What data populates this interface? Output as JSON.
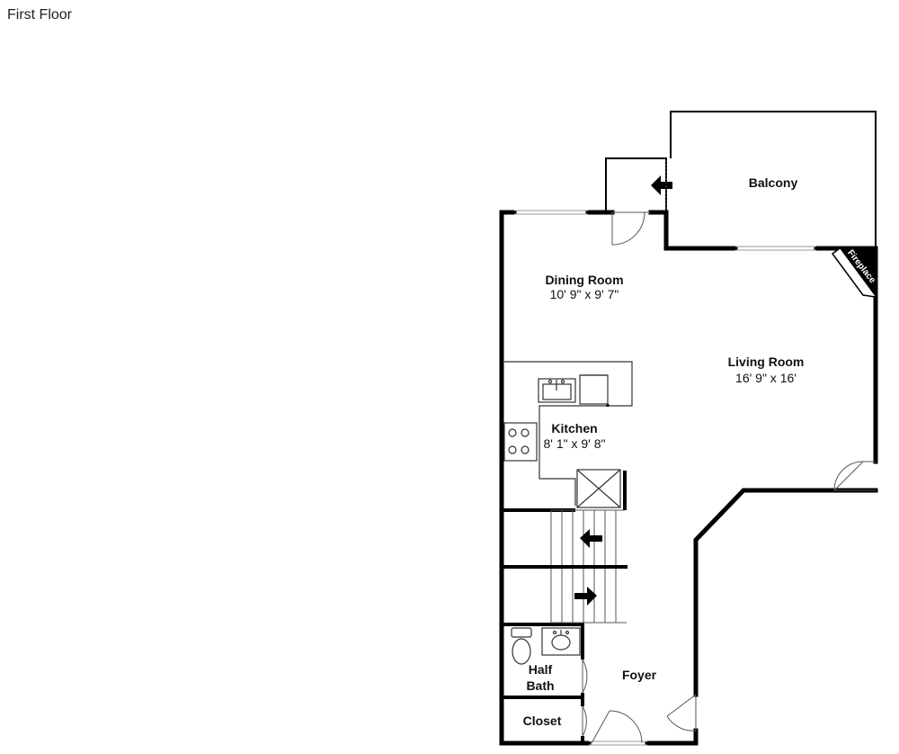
{
  "floor": {
    "title": "First Floor"
  },
  "rooms": {
    "balcony": {
      "name": "Balcony"
    },
    "dining": {
      "name": "Dining Room",
      "dims": "10' 9\" x 9' 7\""
    },
    "living": {
      "name": "Living Room",
      "dims": "16' 9\" x 16'"
    },
    "kitchen": {
      "name": "Kitchen",
      "dims": "8' 1\" x 9' 8\""
    },
    "half_bath": {
      "name_line1": "Half",
      "name_line2": "Bath"
    },
    "foyer": {
      "name": "Foyer"
    },
    "closet": {
      "name": "Closet"
    }
  },
  "fixtures": {
    "fireplace": "Fireplace"
  },
  "colors": {
    "wall": "#000000",
    "line": "#333333",
    "window": "#aaaaaa"
  }
}
